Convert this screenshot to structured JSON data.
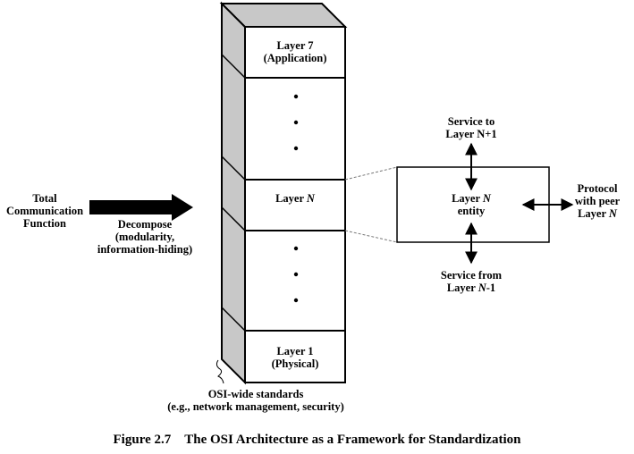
{
  "input": {
    "label": [
      "Total",
      "Communication",
      "Function"
    ],
    "arrow_label": [
      "Decompose",
      "(modularity,",
      "information-hiding)"
    ]
  },
  "stack": {
    "layer_top": [
      "Layer 7",
      "(Application)"
    ],
    "layer_mid_prefix": "Layer ",
    "layer_mid_var": "N",
    "layer_bottom": [
      "Layer 1",
      "(Physical)"
    ],
    "side_label": [
      "OSI-wide standards",
      "(e.g., network management, security)"
    ]
  },
  "entity": {
    "prefix": "Layer ",
    "var": "N",
    "suffix": "entity",
    "service_to": [
      "Service to",
      "Layer N+1"
    ],
    "service_from_line1": "Service from",
    "service_from_prefix": "Layer ",
    "service_from_var": "N",
    "service_from_suffix": "-1",
    "protocol_lines": [
      "Protocol",
      "with peer"
    ],
    "protocol_prefix": "Layer ",
    "protocol_var": "N"
  },
  "caption": {
    "figure": "Figure 2.7",
    "title": "The OSI Architecture as a Framework for Standardization"
  }
}
